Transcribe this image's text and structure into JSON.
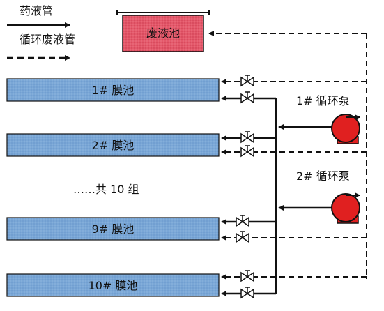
{
  "legend": {
    "solid_label": "药液管",
    "dashed_label": "循环废液管"
  },
  "waste_tank": {
    "label": "废液池",
    "color": "#e4586a"
  },
  "membrane_tanks": [
    {
      "label": "1# 膜池"
    },
    {
      "label": "2# 膜池"
    },
    {
      "label": "9# 膜池"
    },
    {
      "label": "10# 膜池"
    }
  ],
  "group_note": "……共 10 组",
  "pumps": [
    {
      "label": "1# 循环泵"
    },
    {
      "label": "2# 循环泵"
    }
  ],
  "colors": {
    "membrane_fill": "#7aa7d6",
    "pump_fill": "#e02020",
    "line": "#111111"
  }
}
